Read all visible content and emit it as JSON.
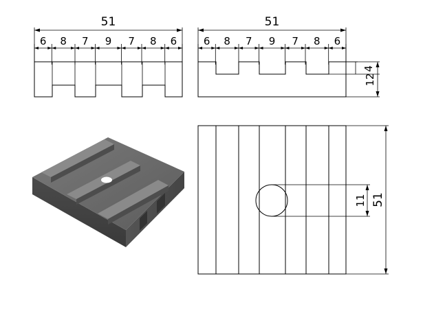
{
  "front_view": {
    "overall_width": "51",
    "segments": [
      "6",
      "8",
      "7",
      "9",
      "7",
      "8",
      "6"
    ]
  },
  "side_view": {
    "overall_width": "51",
    "segments": [
      "6",
      "8",
      "7",
      "9",
      "7",
      "8",
      "6"
    ],
    "groove_depth": "4",
    "height": "12"
  },
  "top_view": {
    "hole_diameter": "11",
    "overall_length": "51"
  },
  "colors": {
    "line": "#000000",
    "block_face": "#5a5a5a",
    "block_top": "#6b6b6b",
    "block_dark": "#3f3f3f"
  }
}
